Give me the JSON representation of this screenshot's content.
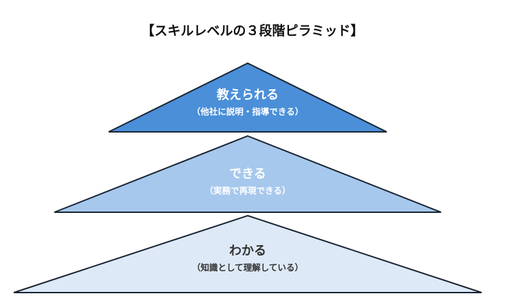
{
  "title": "【スキルレベルの３段階ピラミッド】",
  "levels": [
    {
      "label": "教えられる",
      "sub": "（他社に説明・指導できる）",
      "fill": "#4a8fd8",
      "text_color": "#ffffff"
    },
    {
      "label": "できる",
      "sub": "（実務で再現できる）",
      "fill": "#a6c8ec",
      "text_color": "#ffffff"
    },
    {
      "label": "わかる",
      "sub": "（知識として理解している）",
      "fill": "#dde9f7",
      "text_color": "#333333"
    }
  ],
  "stroke_color": "#1a2433"
}
